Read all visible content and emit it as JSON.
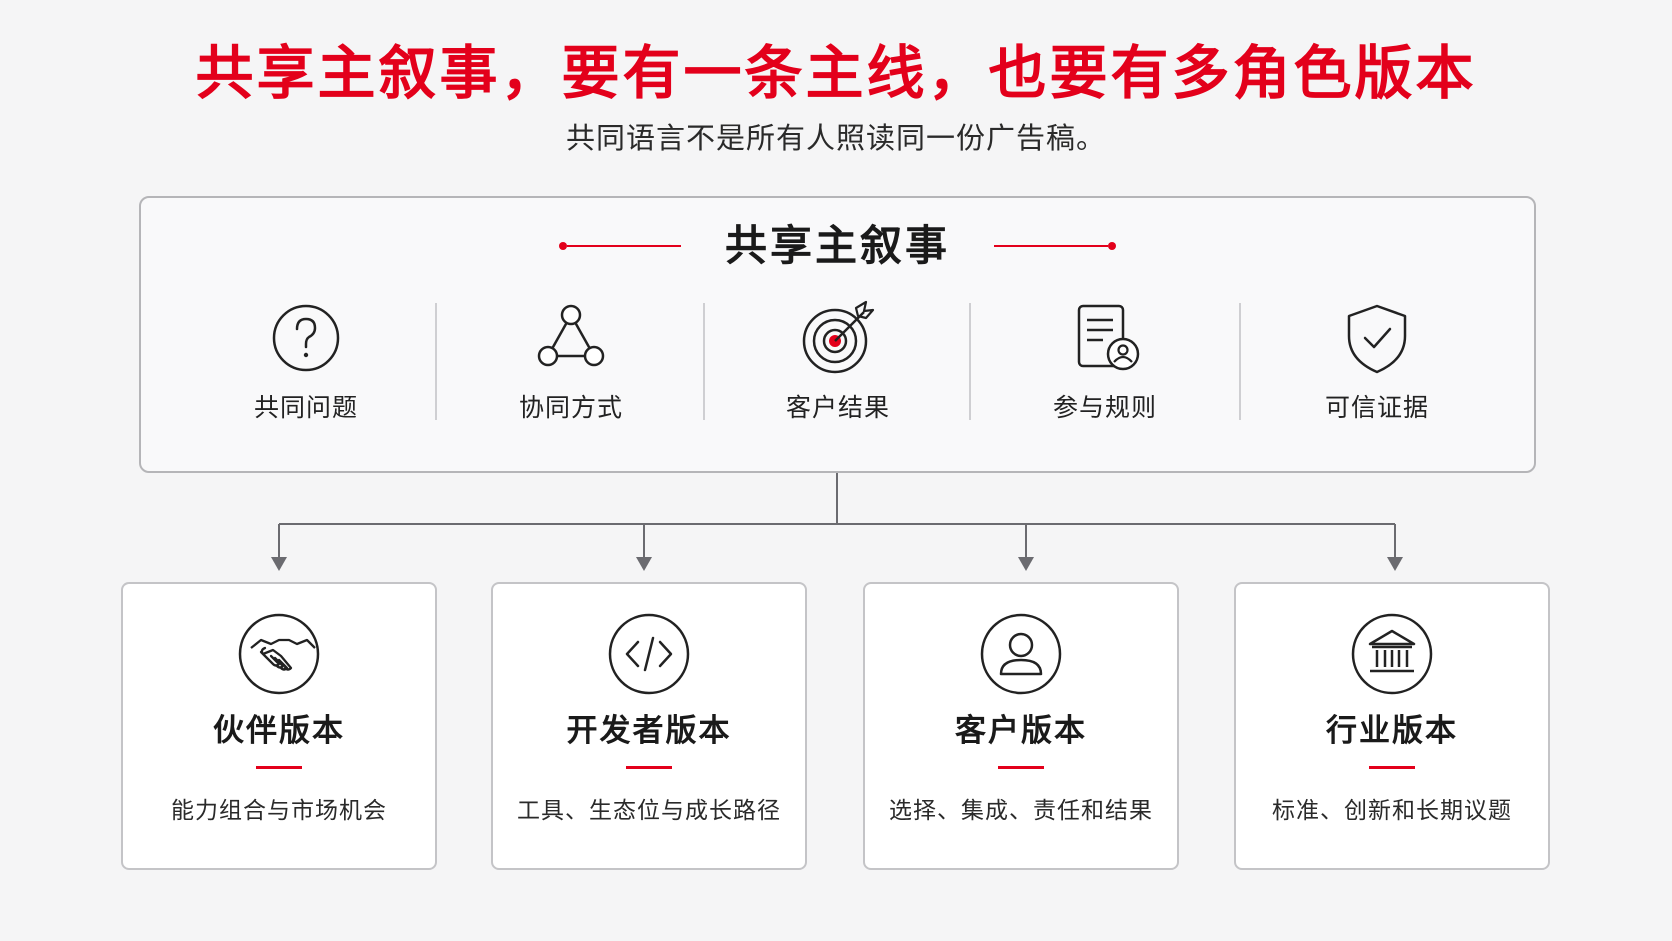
{
  "header": {
    "title": "共享主叙事，要有一条主线，也要有多角色版本",
    "subtitle": "共同语言不是所有人照读同一份广告稿。"
  },
  "shared_narrative": {
    "title": "共享主叙事",
    "pillars": [
      {
        "label": "共同问题",
        "icon": "question-icon"
      },
      {
        "label": "协同方式",
        "icon": "network-icon"
      },
      {
        "label": "客户结果",
        "icon": "target-icon"
      },
      {
        "label": "参与规则",
        "icon": "document-user-icon"
      },
      {
        "label": "可信证据",
        "icon": "shield-check-icon"
      }
    ]
  },
  "versions": [
    {
      "title": "伙伴版本",
      "desc": "能力组合与市场机会",
      "icon": "handshake-icon"
    },
    {
      "title": "开发者版本",
      "desc": "工具、生态位与成长路径",
      "icon": "code-icon"
    },
    {
      "title": "客户版本",
      "desc": "选择、集成、责任和结果",
      "icon": "user-icon"
    },
    {
      "title": "行业版本",
      "desc": "标准、创新和长期议题",
      "icon": "institution-icon"
    }
  ],
  "colors": {
    "accent": "#e3001b",
    "text": "#222222",
    "border": "#b5b5b8"
  }
}
